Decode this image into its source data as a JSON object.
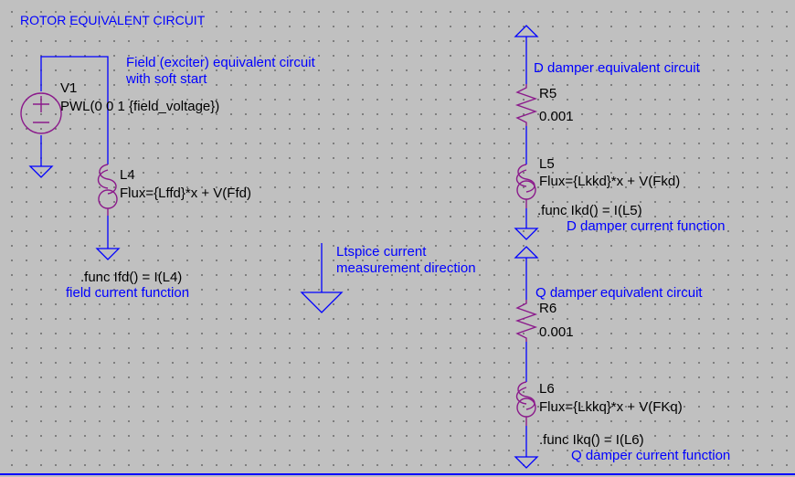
{
  "schematic": {
    "title": "ROTOR EQUIVALENT CIRCUIT",
    "field": {
      "description_line1": "Field (exciter) equivalent circuit",
      "description_line2": "with soft start",
      "source_name": "V1",
      "source_value": "PWL(0 0 1 {field_voltage})",
      "inductor_name": "L4",
      "inductor_value": "Flux={Lffd}*x + V(Ffd)",
      "func_directive": ".func Ifd() = I(L4)",
      "func_comment": "field current function"
    },
    "measurement_note_line1": "Ltspice current",
    "measurement_note_line2": "measurement direction",
    "d_damper": {
      "description": "D damper equivalent circuit",
      "resistor_name": "R5",
      "resistor_value": "0.001",
      "inductor_name": "L5",
      "inductor_value": "Flux={Lkkd}*x + V(Fkd)",
      "func_directive": ".func Ikd() = I(L5)",
      "func_comment": "D damper current function"
    },
    "q_damper": {
      "description": "Q damper equivalent circuit",
      "resistor_name": "R6",
      "resistor_value": "0.001",
      "inductor_name": "L6",
      "inductor_value": "Flux={Lkkq}*x + V(FKq)",
      "func_directive": ".func Ikq() = I(L6)",
      "func_comment": "Q damper current function"
    }
  }
}
